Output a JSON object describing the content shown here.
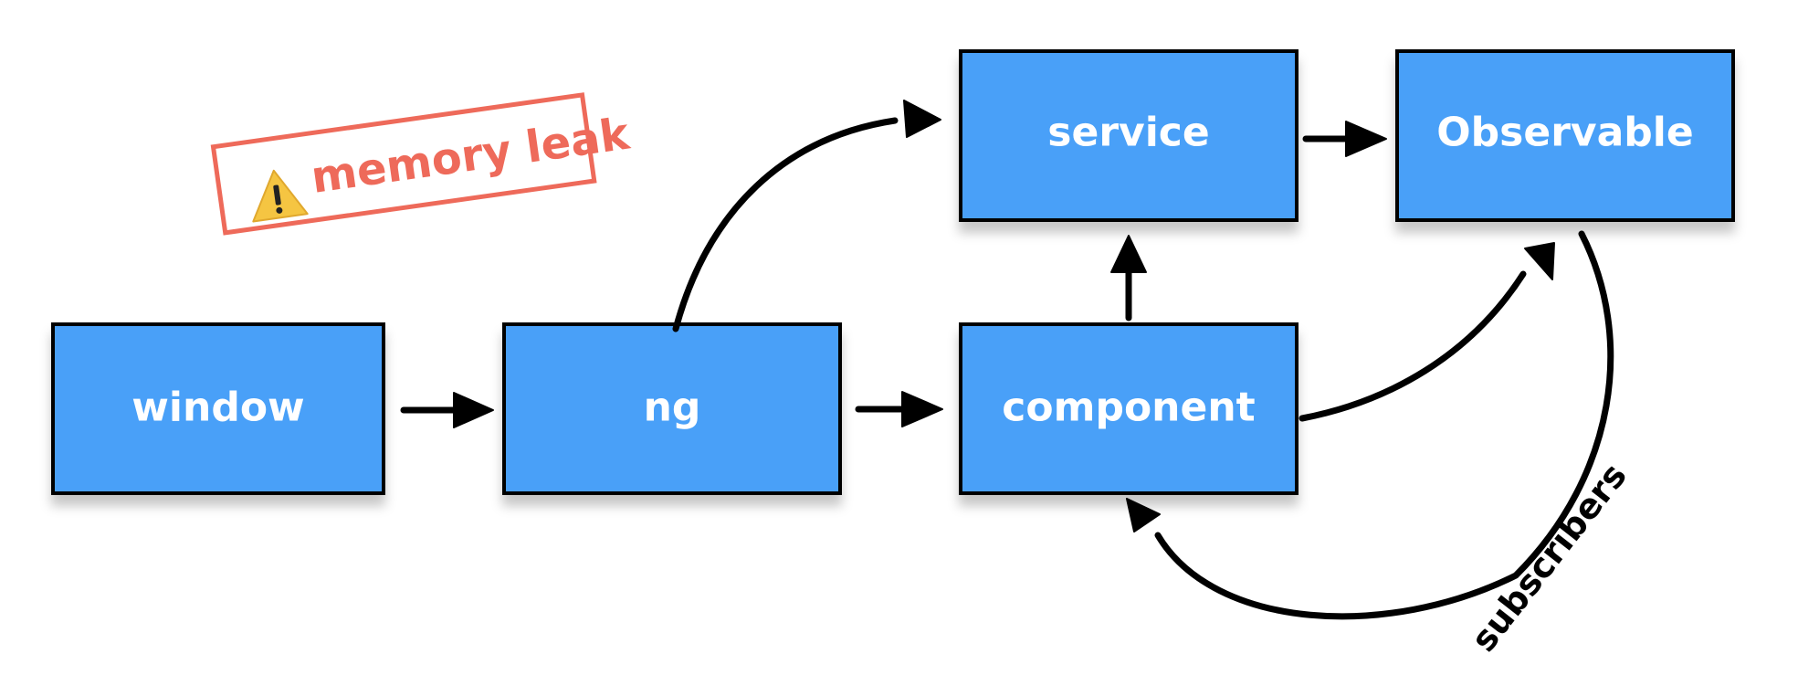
{
  "nodes": {
    "window": "window",
    "ng": "ng",
    "component": "component",
    "service": "service",
    "observable": "Observable"
  },
  "edge_label": "subscribers",
  "badge": {
    "text": "memory leak",
    "icon": "warning-icon"
  },
  "colors": {
    "node_fill": "#48a0f8",
    "node_stroke": "#000000",
    "node_text": "#ffffff",
    "badge": "#ee6a5a",
    "warning_icon": "#f5c542"
  }
}
